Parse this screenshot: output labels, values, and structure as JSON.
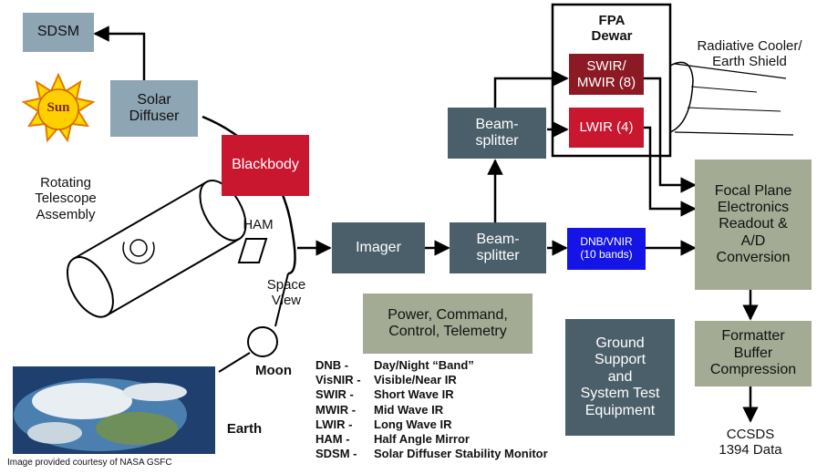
{
  "boxes": {
    "sdsm": "SDSM",
    "solar_diffuser": "Solar\nDiffuser",
    "blackbody": "Blackbody",
    "imager": "Imager",
    "beamsplitter_upper": "Beam-\nsplitter",
    "beamsplitter_lower": "Beam-\nsplitter",
    "swir_mwir": "SWIR/\nMWIR (8)",
    "lwir": "LWIR (4)",
    "dnb_vnir": "DNB/VNIR\n(10 bands)",
    "focal_plane": "Focal Plane\nElectronics\nReadout &\nA/D\nConversion",
    "formatter": "Formatter\nBuffer\nCompression",
    "power_command": "Power, Command,\nControl, Telemetry",
    "ground_support": "Ground\nSupport\nand\nSystem Test\nEquipment"
  },
  "labels": {
    "sun": "Sun",
    "fpa_dewar": "FPA\nDewar",
    "radiative_cooler": "Radiative Cooler/\nEarth Shield",
    "rta": "Rotating\nTelescope\nAssembly",
    "ham": "HAM",
    "space_view": "Space\nView",
    "moon": "Moon",
    "earth": "Earth",
    "ccsds": "CCSDS\n1394 Data",
    "credit": "Image provided courtesy of NASA GSFC"
  },
  "legend": [
    {
      "abbr": "DNB -",
      "desc": "Day/Night “Band”"
    },
    {
      "abbr": "VisNIR -",
      "desc": "Visible/Near IR"
    },
    {
      "abbr": "SWIR -",
      "desc": "Short Wave IR"
    },
    {
      "abbr": "MWIR -",
      "desc": "Mid Wave IR"
    },
    {
      "abbr": "LWIR -",
      "desc": "Long Wave IR"
    },
    {
      "abbr": "HAM -",
      "desc": "Half Angle Mirror"
    },
    {
      "abbr": "SDSM -",
      "desc": "Solar Diffuser Stability Monitor"
    }
  ],
  "colors": {
    "slate": "#4b5f6a",
    "grayblue": "#8ea5b4",
    "sage": "#a3ab94",
    "crimson": "#c8172f",
    "darkred": "#8b1a24",
    "blue": "#1414e6"
  }
}
